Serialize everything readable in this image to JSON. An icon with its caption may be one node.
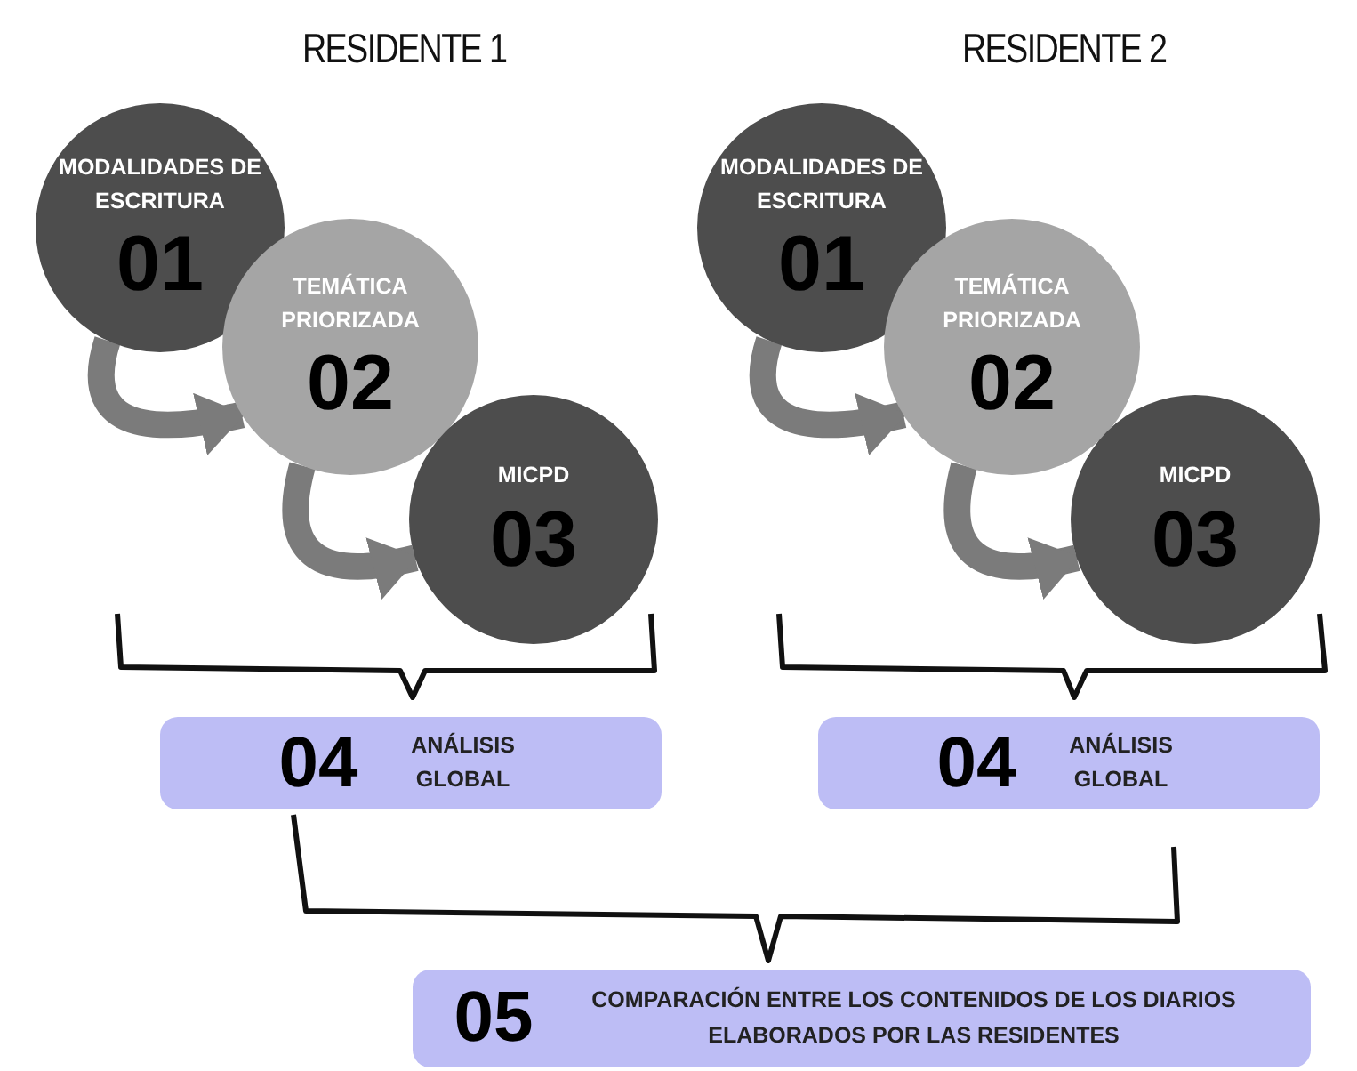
{
  "diagram": {
    "nodes": [
      {
        "text": [
          "MODALIDADES DE ESCRITURA",
          "01"
        ]
      },
      {
        "text": [
          "TEMÁTICA PRIORIZADA",
          "02"
        ]
      },
      {
        "text": [
          "MICPD",
          "03"
        ]
      },
      {
        "text": [
          "MODALIDADES DE ESCRITURA",
          "01"
        ]
      },
      {
        "text": [
          "TEMÁTICA PRIORIZADA",
          "02"
        ]
      },
      {
        "text": [
          "MICPD",
          "03"
        ]
      },
      {
        "text": [
          "04",
          "ANÁLISIS GLOBAL"
        ]
      },
      {
        "text": [
          "04",
          "ANÁLISIS GLOBAL"
        ]
      },
      {
        "text": [
          "05",
          "COMPARACIÓN ENTRE LOS CONTENIDOS DE LOS DIARIOS ELABORADOS POR LAS RESIDENTES"
        ]
      }
    ],
    "edges": [
      {
        "from": 0,
        "to": 1,
        "arrow": "to"
      },
      {
        "from": 1,
        "to": 2,
        "arrow": "to"
      },
      {
        "from": 3,
        "to": 4,
        "arrow": "to"
      },
      {
        "from": 4,
        "to": 5,
        "arrow": "to"
      }
    ],
    "labels": [
      "RESIDENTE 1",
      "RESIDENTE 2"
    ]
  }
}
